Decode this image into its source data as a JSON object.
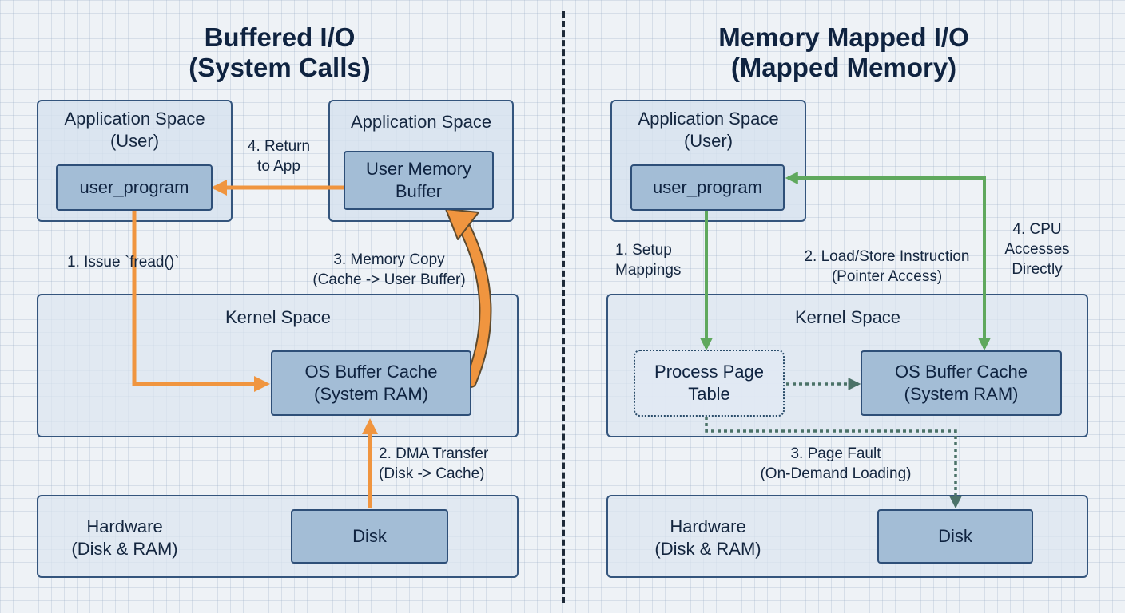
{
  "left": {
    "title": "Buffered I/O\n(System Calls)",
    "app_space_user": "Application Space\n(User)",
    "user_program": "user_program",
    "app_space": "Application Space",
    "user_memory_buffer": "User Memory\nBuffer",
    "kernel_space": "Kernel Space",
    "os_buffer_cache": "OS Buffer Cache\n(System RAM)",
    "hardware": "Hardware\n(Disk & RAM)",
    "disk": "Disk",
    "edges": {
      "issue": "1. Issue   `fread()`",
      "dma": "2. DMA Transfer\n(Disk -> Cache)",
      "copy": "3. Memory Copy\n(Cache -> User Buffer)",
      "return": "4. Return\nto App"
    }
  },
  "right": {
    "title": "Memory Mapped I/O\n(Mapped Memory)",
    "app_space_user": "Application Space\n(User)",
    "user_program": "user_program",
    "kernel_space": "Kernel Space",
    "process_page_table": "Process Page\nTable",
    "os_buffer_cache": "OS Buffer Cache\n(System RAM)",
    "hardware": "Hardware\n(Disk & RAM)",
    "disk": "Disk",
    "edges": {
      "setup": "1. Setup\nMappings",
      "load_store": "2. Load/Store Instruction\n(Pointer Access)",
      "page_fault": "3. Page Fault\n(On-Demand Loading)",
      "cpu": "4. CPU\nAccesses\nDirectly"
    }
  },
  "colors": {
    "orange_arrow": "#f0953f",
    "green_arrow": "#5fa85d",
    "dotted_arrow": "#4b7268",
    "box_fill": "#a3bdd6",
    "box_border": "#2e4f78"
  }
}
